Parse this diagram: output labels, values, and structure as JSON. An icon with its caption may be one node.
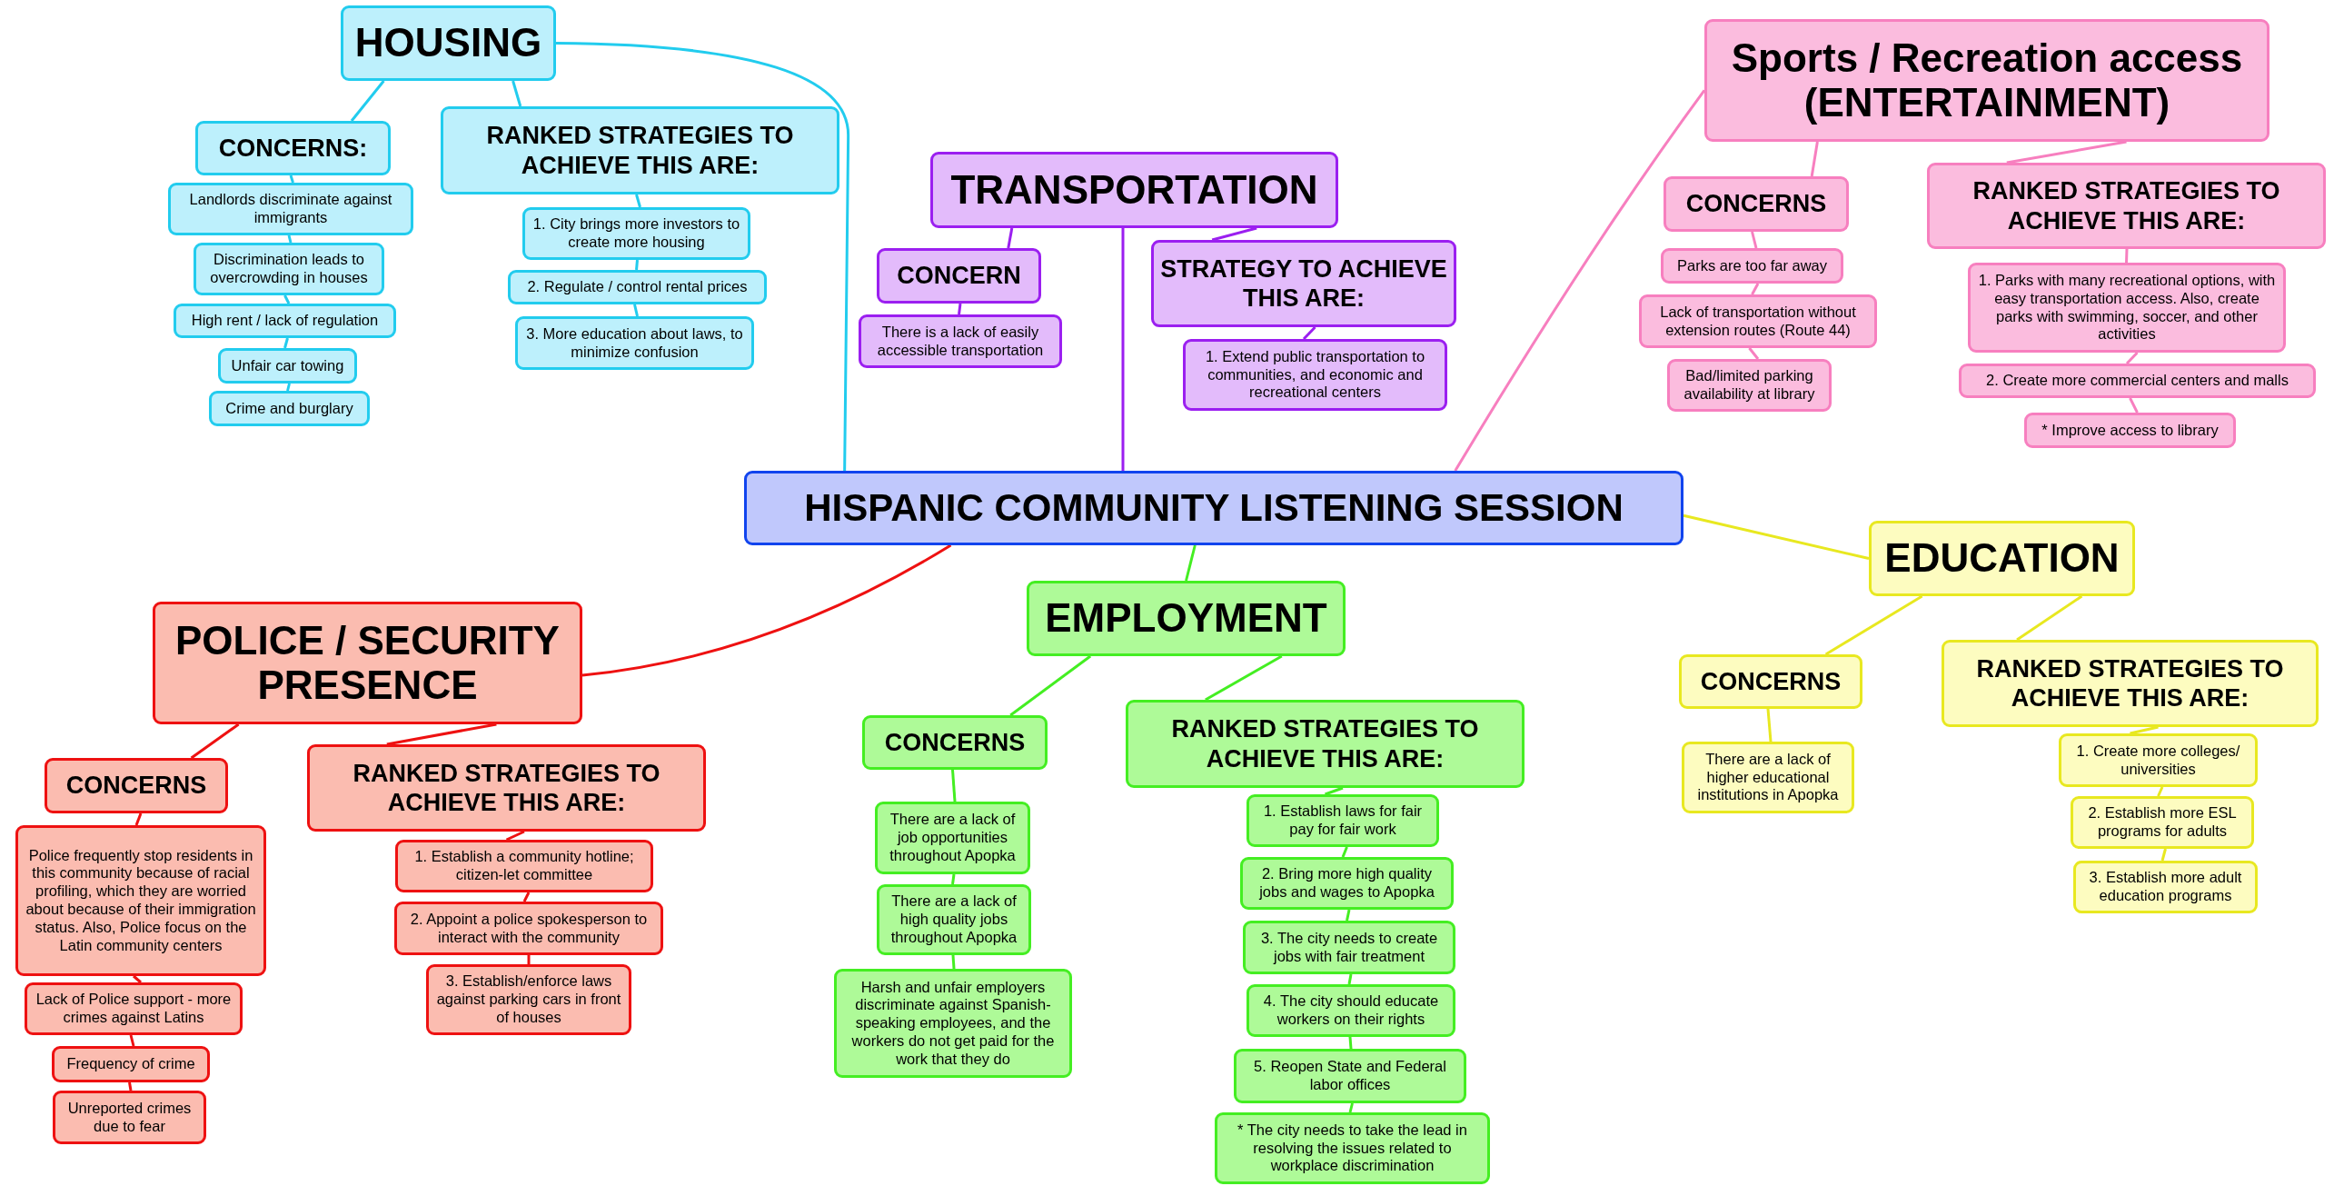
{
  "diagram": {
    "nodes": [
      {
        "text": [
          "HISPANIC COMMUNITY LISTENING SESSION"
        ]
      },
      {
        "text": [
          "HOUSING"
        ]
      },
      {
        "text": [
          "CONCERNS:"
        ]
      },
      {
        "text": [
          "Landlords discriminate against immigrants"
        ]
      },
      {
        "text": [
          "Discrimination leads to overcrowding in houses"
        ]
      },
      {
        "text": [
          "High rent / lack of regulation"
        ]
      },
      {
        "text": [
          "Unfair car towing"
        ]
      },
      {
        "text": [
          "Crime and burglary"
        ]
      },
      {
        "text": [
          "RANKED STRATEGIES TO ACHIEVE THIS ARE:"
        ]
      },
      {
        "text": [
          "1. City brings more investors to create more housing"
        ]
      },
      {
        "text": [
          "2. Regulate / control rental prices"
        ]
      },
      {
        "text": [
          "3. More education about laws, to minimize confusion"
        ]
      },
      {
        "text": [
          "TRANSPORTATION"
        ]
      },
      {
        "text": [
          "CONCERN"
        ]
      },
      {
        "text": [
          "There is a lack of easily accessible transportation"
        ]
      },
      {
        "text": [
          "STRATEGY TO ACHIEVE THIS ARE:"
        ]
      },
      {
        "text": [
          "1. Extend public transportation to communities, and economic and recreational centers"
        ]
      },
      {
        "text": [
          "Sports / Recreation access (ENTERTAINMENT)"
        ]
      },
      {
        "text": [
          "CONCERNS"
        ]
      },
      {
        "text": [
          "Parks are too far away"
        ]
      },
      {
        "text": [
          "Lack of transportation without extension routes (Route 44)"
        ]
      },
      {
        "text": [
          "Bad/limited parking availability at library"
        ]
      },
      {
        "text": [
          "RANKED STRATEGIES TO ACHIEVE THIS ARE:"
        ]
      },
      {
        "text": [
          "1. Parks with many recreational options, with easy transportation access. Also, create parks with swimming, soccer, and other activities"
        ]
      },
      {
        "text": [
          "2. Create more commercial centers and malls"
        ]
      },
      {
        "text": [
          "* Improve access to library"
        ]
      },
      {
        "text": [
          "POLICE / SECURITY PRESENCE"
        ]
      },
      {
        "text": [
          "CONCERNS"
        ]
      },
      {
        "text": [
          "Police frequently stop residents in this community because of racial profiling, which they are worried about because of their immigration status. Also, Police focus on the Latin community centers"
        ]
      },
      {
        "text": [
          "Lack of Police support - more crimes against Latins"
        ]
      },
      {
        "text": [
          "Frequency of crime"
        ]
      },
      {
        "text": [
          "Unreported crimes due to fear"
        ]
      },
      {
        "text": [
          "RANKED STRATEGIES TO ACHIEVE THIS ARE:"
        ]
      },
      {
        "text": [
          "1. Establish a community hotline; citizen-let committee"
        ]
      },
      {
        "text": [
          "2. Appoint a police spokesperson to interact with the community"
        ]
      },
      {
        "text": [
          "3. Establish/enforce laws against parking cars in front of houses"
        ]
      },
      {
        "text": [
          "EMPLOYMENT"
        ]
      },
      {
        "text": [
          "CONCERNS"
        ]
      },
      {
        "text": [
          "There are a lack of job opportunities throughout Apopka"
        ]
      },
      {
        "text": [
          "There are a lack of high quality jobs throughout Apopka"
        ]
      },
      {
        "text": [
          "Harsh and unfair employers discriminate against Spanish-speaking employees, and the workers do not get paid for the work that they do"
        ]
      },
      {
        "text": [
          "RANKED STRATEGIES TO ACHIEVE THIS ARE:"
        ]
      },
      {
        "text": [
          "1. Establish laws for fair pay for fair work"
        ]
      },
      {
        "text": [
          "2. Bring more high quality jobs and wages to Apopka"
        ]
      },
      {
        "text": [
          "3. The city needs to create jobs with fair treatment"
        ]
      },
      {
        "text": [
          "4. The city should educate workers on their rights"
        ]
      },
      {
        "text": [
          "5. Reopen State and Federal labor offices"
        ]
      },
      {
        "text": [
          "* The city needs to take the lead in resolving the issues related to workplace discrimination"
        ]
      },
      {
        "text": [
          "EDUCATION"
        ]
      },
      {
        "text": [
          "CONCERNS"
        ]
      },
      {
        "text": [
          "There are a lack of higher educational institutions in Apopka"
        ]
      },
      {
        "text": [
          "RANKED STRATEGIES TO ACHIEVE THIS ARE:"
        ]
      },
      {
        "text": [
          "1. Create more colleges/ universities"
        ]
      },
      {
        "text": [
          "2. Establish more ESL programs for adults"
        ]
      },
      {
        "text": [
          "3. Establish more adult education programs"
        ]
      }
    ],
    "edges": [
      {
        "from": 0,
        "to": 1,
        "arrow": "none",
        "color": "#22ccee"
      },
      {
        "from": 0,
        "to": 12,
        "arrow": "none",
        "color": "#9b1ff0"
      },
      {
        "from": 0,
        "to": 17,
        "arrow": "none",
        "color": "#f77fbf"
      },
      {
        "from": 0,
        "to": 26,
        "arrow": "none",
        "color": "#ee1111"
      },
      {
        "from": 0,
        "to": 36,
        "arrow": "none",
        "color": "#44ee22"
      },
      {
        "from": 0,
        "to": 48,
        "arrow": "none",
        "color": "#e8e820"
      },
      {
        "from": 1,
        "to": 2,
        "arrow": "none",
        "color": "#22ccee"
      },
      {
        "from": 2,
        "to": 3,
        "arrow": "none",
        "color": "#22ccee"
      },
      {
        "from": 3,
        "to": 4,
        "arrow": "none",
        "color": "#22ccee"
      },
      {
        "from": 4,
        "to": 5,
        "arrow": "none",
        "color": "#22ccee"
      },
      {
        "from": 5,
        "to": 6,
        "arrow": "none",
        "color": "#22ccee"
      },
      {
        "from": 6,
        "to": 7,
        "arrow": "none",
        "color": "#22ccee"
      },
      {
        "from": 1,
        "to": 8,
        "arrow": "none",
        "color": "#22ccee"
      },
      {
        "from": 8,
        "to": 9,
        "arrow": "none",
        "color": "#22ccee"
      },
      {
        "from": 9,
        "to": 10,
        "arrow": "none",
        "color": "#22ccee"
      },
      {
        "from": 10,
        "to": 11,
        "arrow": "none",
        "color": "#22ccee"
      },
      {
        "from": 12,
        "to": 13,
        "arrow": "none",
        "color": "#9b1ff0"
      },
      {
        "from": 13,
        "to": 14,
        "arrow": "none",
        "color": "#9b1ff0"
      },
      {
        "from": 12,
        "to": 15,
        "arrow": "none",
        "color": "#9b1ff0"
      },
      {
        "from": 15,
        "to": 16,
        "arrow": "none",
        "color": "#9b1ff0"
      },
      {
        "from": 17,
        "to": 18,
        "arrow": "none",
        "color": "#f77fbf"
      },
      {
        "from": 18,
        "to": 19,
        "arrow": "none",
        "color": "#f77fbf"
      },
      {
        "from": 19,
        "to": 20,
        "arrow": "none",
        "color": "#f77fbf"
      },
      {
        "from": 20,
        "to": 21,
        "arrow": "none",
        "color": "#f77fbf"
      },
      {
        "from": 17,
        "to": 22,
        "arrow": "none",
        "color": "#f77fbf"
      },
      {
        "from": 22,
        "to": 23,
        "arrow": "none",
        "color": "#f77fbf"
      },
      {
        "from": 23,
        "to": 24,
        "arrow": "none",
        "color": "#f77fbf"
      },
      {
        "from": 24,
        "to": 25,
        "arrow": "none",
        "color": "#f77fbf"
      },
      {
        "from": 26,
        "to": 27,
        "arrow": "none",
        "color": "#ee1111"
      },
      {
        "from": 27,
        "to": 28,
        "arrow": "none",
        "color": "#ee1111"
      },
      {
        "from": 28,
        "to": 29,
        "arrow": "none",
        "color": "#ee1111"
      },
      {
        "from": 29,
        "to": 30,
        "arrow": "none",
        "color": "#ee1111"
      },
      {
        "from": 30,
        "to": 31,
        "arrow": "none",
        "color": "#ee1111"
      },
      {
        "from": 26,
        "to": 32,
        "arrow": "none",
        "color": "#ee1111"
      },
      {
        "from": 32,
        "to": 33,
        "arrow": "none",
        "color": "#ee1111"
      },
      {
        "from": 33,
        "to": 34,
        "arrow": "none",
        "color": "#ee1111"
      },
      {
        "from": 34,
        "to": 35,
        "arrow": "none",
        "color": "#ee1111"
      },
      {
        "from": 36,
        "to": 37,
        "arrow": "none",
        "color": "#44ee22"
      },
      {
        "from": 37,
        "to": 38,
        "arrow": "none",
        "color": "#44ee22"
      },
      {
        "from": 38,
        "to": 39,
        "arrow": "none",
        "color": "#44ee22"
      },
      {
        "from": 39,
        "to": 40,
        "arrow": "none",
        "color": "#44ee22"
      },
      {
        "from": 36,
        "to": 41,
        "arrow": "none",
        "color": "#44ee22"
      },
      {
        "from": 41,
        "to": 42,
        "arrow": "none",
        "color": "#44ee22"
      },
      {
        "from": 42,
        "to": 43,
        "arrow": "none",
        "color": "#44ee22"
      },
      {
        "from": 43,
        "to": 44,
        "arrow": "none",
        "color": "#44ee22"
      },
      {
        "from": 44,
        "to": 45,
        "arrow": "none",
        "color": "#44ee22"
      },
      {
        "from": 45,
        "to": 46,
        "arrow": "none",
        "color": "#44ee22"
      },
      {
        "from": 46,
        "to": 47,
        "arrow": "none",
        "color": "#44ee22"
      },
      {
        "from": 48,
        "to": 49,
        "arrow": "none",
        "color": "#e8e820"
      },
      {
        "from": 49,
        "to": 50,
        "arrow": "none",
        "color": "#e8e820"
      },
      {
        "from": 48,
        "to": 51,
        "arrow": "none",
        "color": "#e8e820"
      },
      {
        "from": 51,
        "to": 52,
        "arrow": "none",
        "color": "#e8e820"
      },
      {
        "from": 52,
        "to": 53,
        "arrow": "none",
        "color": "#e8e820"
      },
      {
        "from": 53,
        "to": 54,
        "arrow": "none",
        "color": "#e8e820"
      }
    ]
  }
}
